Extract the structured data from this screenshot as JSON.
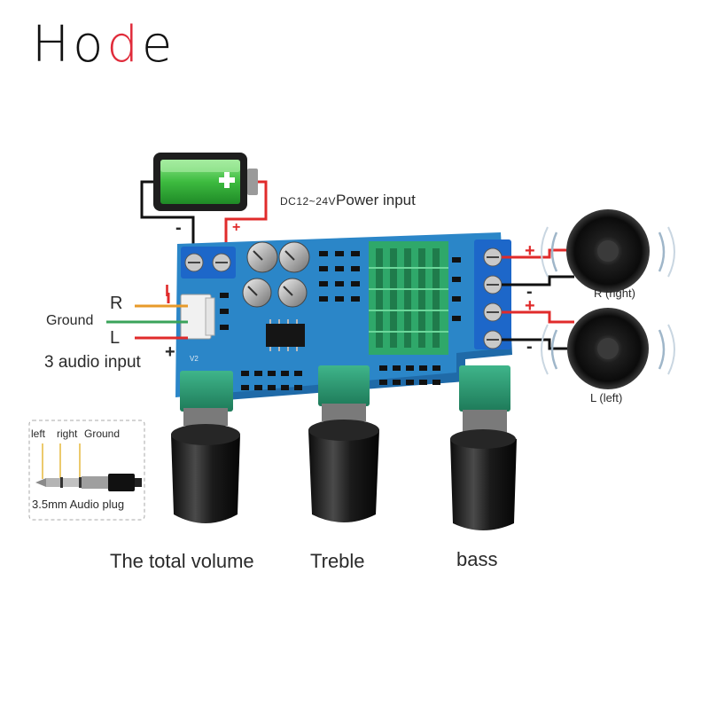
{
  "brand": {
    "prefix": "Ho",
    "accent": "d",
    "suffix": "e",
    "accent_color": "#e02b3a"
  },
  "power": {
    "voltage": "DC12~24V",
    "label": "Power input",
    "minus_sign": "-",
    "plus_sign": "+"
  },
  "audio_input": {
    "right_label": "R",
    "ground_label": "Ground",
    "left_label": "L",
    "title": "3 audio input",
    "plus_sign": "+",
    "bar_sign": "I"
  },
  "outputs": {
    "right": {
      "label": "R (right)",
      "plus_sign": "+",
      "minus_sign": "-"
    },
    "left": {
      "label": "L (left)",
      "plus_sign": "+",
      "minus_sign": "-"
    }
  },
  "plug": {
    "left_label": "left",
    "right_label": "right",
    "ground_label": "Ground",
    "caption": "3.5mm Audio plug"
  },
  "board": {
    "marking": "V2"
  },
  "knobs": {
    "volume": "The total volume",
    "treble": "Treble",
    "bass": "bass"
  },
  "colors": {
    "pcb": "#2b86c8",
    "pcb_dark": "#1c5f96",
    "heatsink": "#2fa86a",
    "wire_red": "#e02b2b",
    "wire_black": "#111111",
    "wire_orange": "#e79a2a",
    "wire_green": "#3aa35a",
    "battery_green": "#45c04a"
  }
}
